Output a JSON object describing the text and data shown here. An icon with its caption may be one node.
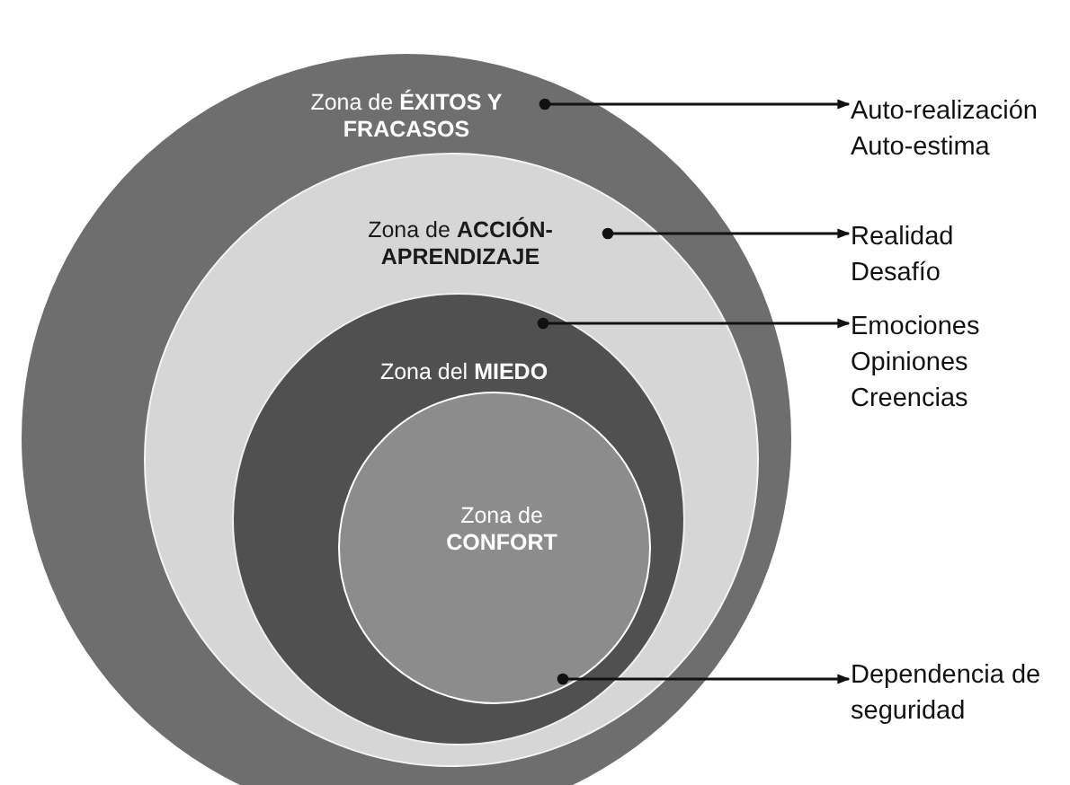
{
  "diagram": {
    "nodes": [
      {
        "text": [
          "Zona de **ÉXITOS Y FRACASOS**"
        ]
      },
      {
        "text": [
          "Zona de **ACCIÓN-APRENDIZAJE**"
        ],
        "in": 0
      },
      {
        "text": [
          "Zona del **MIEDO**"
        ],
        "in": 1
      },
      {
        "text": [
          "Zona de **CONFORT**"
        ],
        "in": 2
      },
      {
        "text": [
          "Auto-realización",
          "Auto-estima"
        ]
      },
      {
        "text": [
          "Realidad",
          "Desafío"
        ]
      },
      {
        "text": [
          "Emociones",
          "Opiniones",
          "Creencias"
        ]
      },
      {
        "text": [
          "Dependencia de seguridad"
        ]
      }
    ],
    "edges": [
      {
        "from": 0,
        "to": 4,
        "arrow": "to"
      },
      {
        "from": 1,
        "to": 5,
        "arrow": "to"
      },
      {
        "from": 2,
        "to": 6,
        "arrow": "to"
      },
      {
        "from": 3,
        "to": 7,
        "arrow": "to"
      }
    ]
  }
}
